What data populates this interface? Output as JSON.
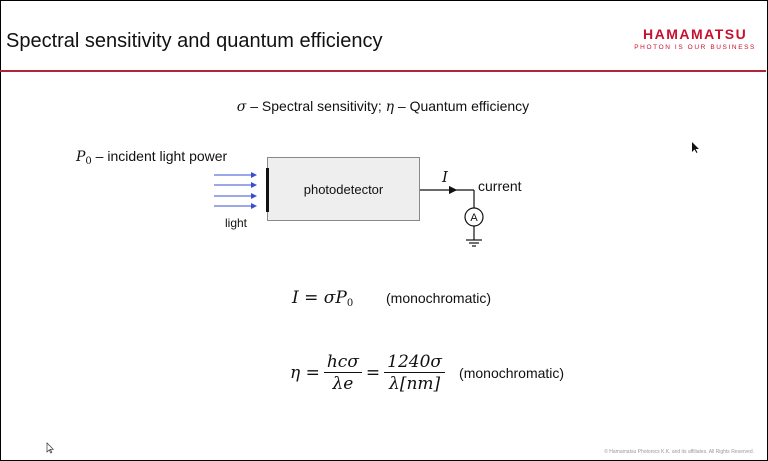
{
  "slide": {
    "title": "Spectral sensitivity and quantum efficiency",
    "brand_name": "HAMAMATSU",
    "brand_tagline": "PHOTON IS OUR BUSINESS",
    "footer": "© Hamamatsu Photonics K.K. and its affiliates. All Rights Reserved."
  },
  "subtitle": {
    "sigma": "σ",
    "sigma_text": " – Spectral sensitivity; ",
    "eta": "η",
    "eta_text": " – Quantum efficiency"
  },
  "diagram": {
    "p0_symbol": "P",
    "p0_sub": "0",
    "p0_text": " – incident light power",
    "detector_label": "photodetector",
    "light_label": "light",
    "current_symbol": "I",
    "current_label": "current",
    "ammeter_label": "A"
  },
  "equations": {
    "eq1": "I = σP",
    "eq1_sub": "0",
    "eq1_note": "(monochromatic)",
    "eq2_lhs": "η =",
    "eq2_frac1_num": "hcσ",
    "eq2_frac1_den": "λe",
    "eq2_eq": "=",
    "eq2_frac2_num": "1240σ",
    "eq2_frac2_den": "λ[nm]",
    "eq2_note": "(monochromatic)"
  },
  "colors": {
    "brand": "#c8102e",
    "rule": "#b3243a",
    "light_arrows": "#3a4fd0"
  }
}
